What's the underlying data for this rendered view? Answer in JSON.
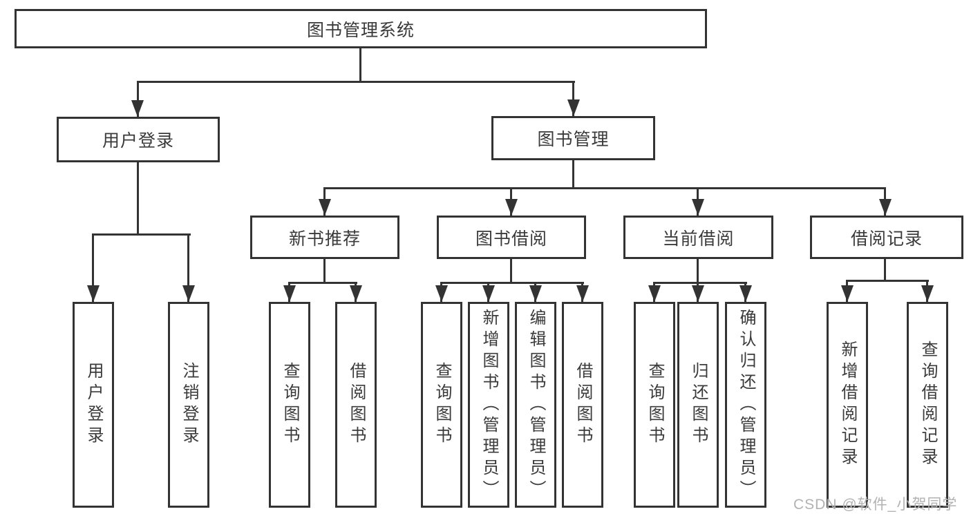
{
  "diagram": {
    "watermark": "CSDN @软件_小贺同学",
    "colors": {
      "background": "#ffffff",
      "box_border": "#333333",
      "connector_line": "#333333",
      "text": "#3a3a3a",
      "watermark_text": "#b2b2b2"
    },
    "nodes": {
      "root": {
        "label": "图书管理系统"
      },
      "user_login": {
        "label": "用户登录"
      },
      "book_mgmt": {
        "label": "图书管理"
      },
      "new_book_rec": {
        "label": "新书推荐"
      },
      "book_borrow": {
        "label": "图书借阅"
      },
      "current_borrow": {
        "label": "当前借阅"
      },
      "borrow_record": {
        "label": "借阅记录"
      },
      "leaf_user_login": {
        "label": "用户登录"
      },
      "leaf_logout": {
        "label": "注销登录"
      },
      "leaf_query_book_rec": {
        "label": "查询图书"
      },
      "leaf_borrow_book_rec": {
        "label": "借阅图书"
      },
      "leaf_query_book_borrow": {
        "label": "查询图书"
      },
      "leaf_add_book": {
        "label": "新增图书（管理员）"
      },
      "leaf_edit_book": {
        "label": "编辑图书（管理员）"
      },
      "leaf_borrow_book_borrow": {
        "label": "借阅图书"
      },
      "leaf_query_book_current": {
        "label": "查询图书"
      },
      "leaf_return_book": {
        "label": "归还图书"
      },
      "leaf_confirm_return": {
        "label": "确认归还（管理员）"
      },
      "leaf_add_record": {
        "label": "新增借阅记录"
      },
      "leaf_query_record": {
        "label": "查询借阅记录"
      }
    }
  }
}
